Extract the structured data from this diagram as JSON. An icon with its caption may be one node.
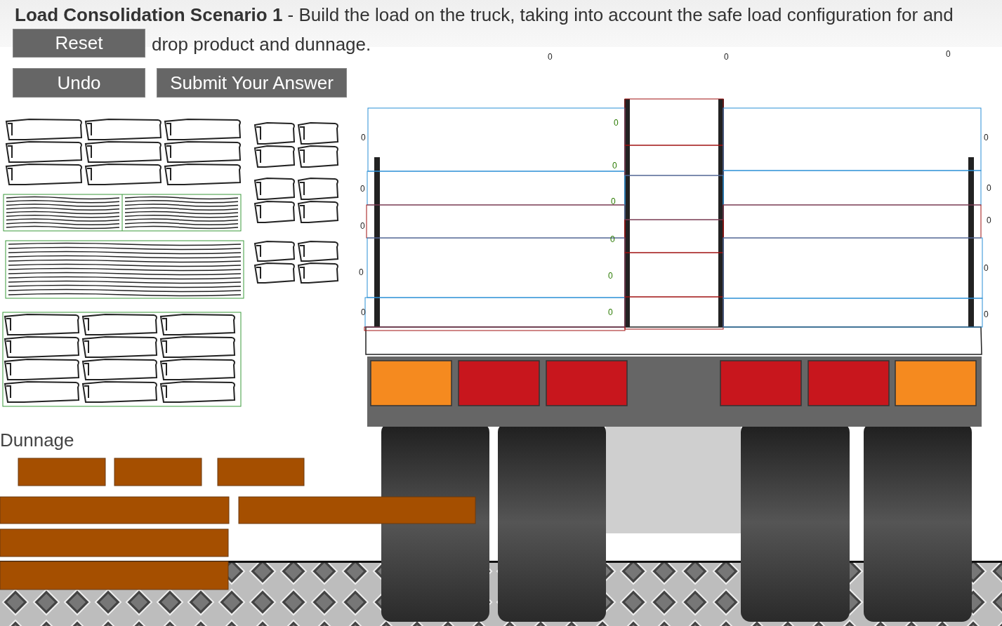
{
  "diagram": {
    "title": "**Load Consolidation Scenario 1** - Build the load on the truck, taking into account the safe load configuration for and drop product and dunnage.",
    "labels": [
      "Reset",
      "Undo",
      "Submit Your Answer",
      "Dunnage",
      "0",
      "0",
      "0",
      "0",
      "0",
      "0",
      "0",
      "0",
      "0",
      "0",
      "0",
      "0",
      "0",
      "0",
      "0",
      "0",
      "0",
      "0",
      "0"
    ]
  }
}
